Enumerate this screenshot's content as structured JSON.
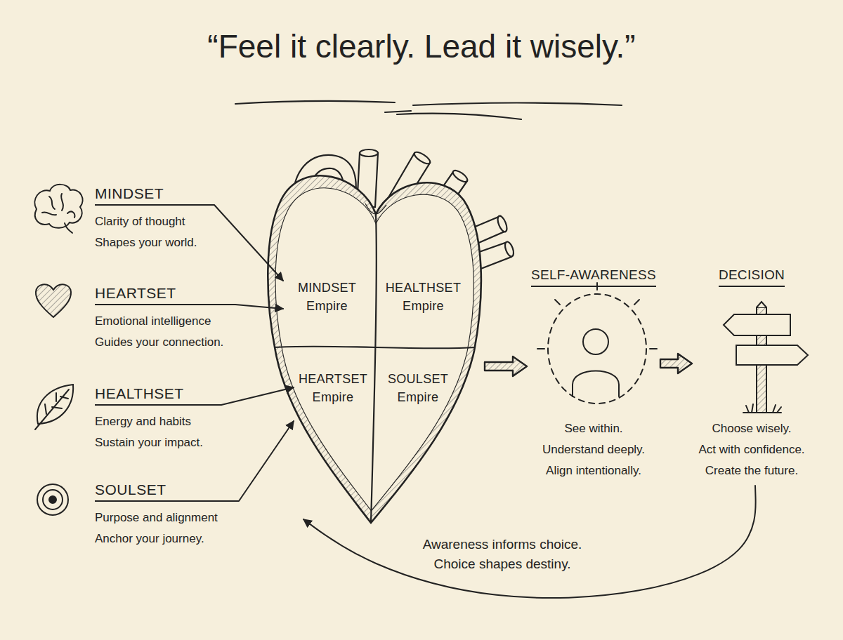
{
  "diagram": {
    "title": "“Feel it clearly. Lead it wisely.”",
    "nodes": [
      {
        "text": [
          "MINDSET",
          "Clarity of thought Shapes your world."
        ]
      },
      {
        "text": [
          "HEARTSET",
          "Emotional intelligence Guides your connection."
        ]
      },
      {
        "text": [
          "HEALTHSET",
          "Energy and habits Sustain your impact."
        ]
      },
      {
        "text": [
          "SOULSET",
          "Purpose and alignment Anchor your journey."
        ]
      },
      {
        "text": [
          "MINDSET Empire"
        ]
      },
      {
        "text": [
          "HEALTHSET Empire"
        ]
      },
      {
        "text": [
          "HEARTSET Empire"
        ]
      },
      {
        "text": [
          "SOULSET Empire"
        ]
      },
      {
        "text": [
          "SELF-AWARENESS",
          "See within.",
          "Understand deeply.",
          "Align intentionally."
        ]
      },
      {
        "text": [
          "DECISION",
          "Choose wisely.",
          "Act with confidence.",
          "Create the future."
        ]
      }
    ],
    "edges": [
      {
        "from": 0,
        "to": 4,
        "arrow": "to"
      },
      {
        "from": 1,
        "to": 4,
        "arrow": "to"
      },
      {
        "from": 2,
        "to": 6,
        "arrow": "to"
      },
      {
        "from": 3,
        "to": 6,
        "arrow": "to"
      },
      {
        "from": 7,
        "to": 8,
        "arrow": "to"
      },
      {
        "from": 8,
        "to": 9,
        "arrow": "to"
      },
      {
        "from": 9,
        "to": 6,
        "arrow": "to",
        "label": "Awareness informs choice. Choice shapes destiny."
      }
    ]
  }
}
